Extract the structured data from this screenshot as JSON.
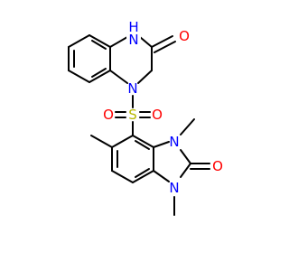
{
  "molecule": {
    "atoms": {
      "nh": {
        "label": "H\nN",
        "text": "N",
        "sub": "H",
        "color": "#0000ff"
      },
      "o_lactam": {
        "text": "O",
        "color": "#ff0000"
      },
      "n_amine": {
        "text": "N",
        "color": "#0000ff"
      },
      "s_sulfonyl": {
        "text": "S",
        "color": "#b8b800"
      },
      "o_sulfonyl_left": {
        "text": "O",
        "color": "#ff0000"
      },
      "o_sulfonyl_right": {
        "text": "O",
        "color": "#ff0000"
      },
      "n_imid_top": {
        "text": "N",
        "color": "#0000ff"
      },
      "n_imid_bottom": {
        "text": "N",
        "color": "#0000ff"
      },
      "o_urea": {
        "text": "O",
        "color": "#ff0000"
      }
    },
    "colors": {
      "bond": "#000000",
      "nitrogen": "#0000ff",
      "oxygen": "#ff0000",
      "sulfur": "#b8b800"
    }
  }
}
